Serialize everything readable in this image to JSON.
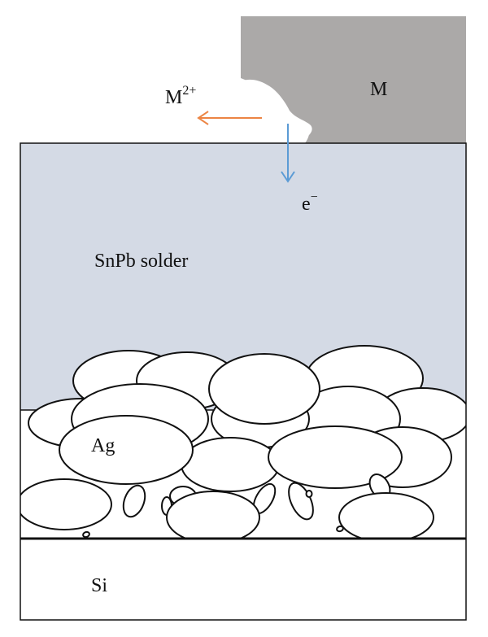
{
  "labels": {
    "metal": "M",
    "ion_base": "M",
    "ion_sup": "2+",
    "electron_base": "e",
    "electron_sup": "−",
    "solder": "SnPb solder",
    "silver": "Ag",
    "silicon": "Si"
  },
  "colors": {
    "metal_fill": "#aba9a8",
    "solder_fill": "#d4dae5",
    "ion_arrow": "#ec8443",
    "electron_arrow": "#5b9bd5",
    "outline": "#111111"
  }
}
